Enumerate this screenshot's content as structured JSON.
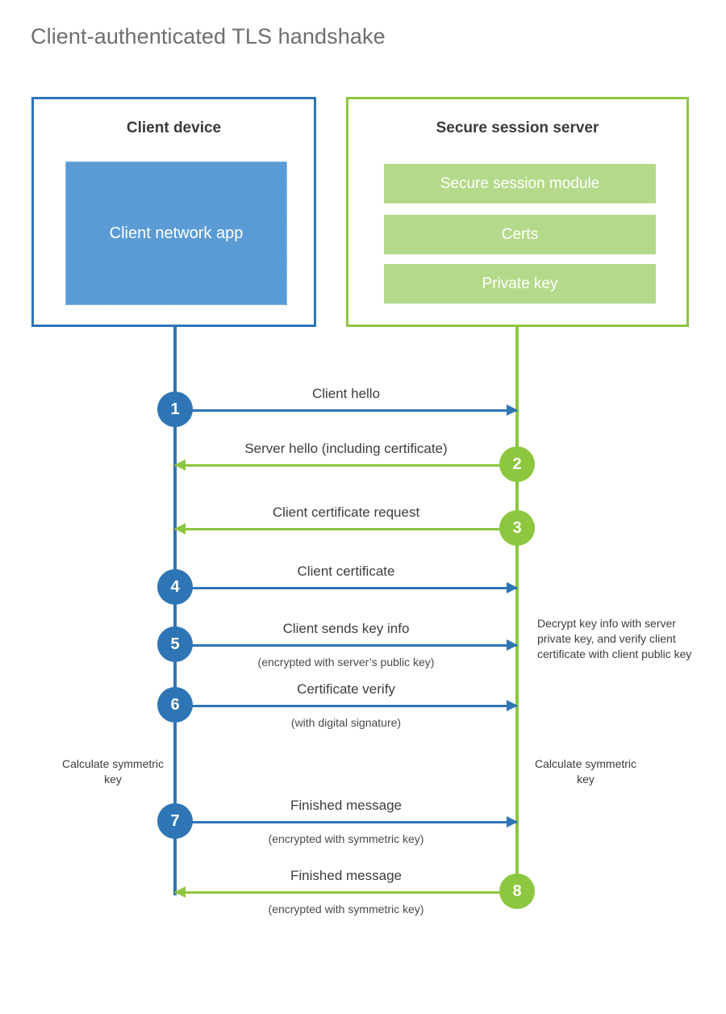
{
  "title": "Client-authenticated TLS handshake",
  "colors": {
    "client_blue": "#2e75b6",
    "client_app_fill": "#5b9bd5",
    "server_green": "#8dc63f",
    "server_module_fill": "#b5d98a",
    "title_gray": "#6e6e6e",
    "text_gray": "#3d3d3d"
  },
  "client": {
    "title": "Client device",
    "app_label": "Client network app"
  },
  "server": {
    "title": "Secure session server",
    "modules": [
      "Secure session module",
      "Certs",
      "Private key"
    ]
  },
  "messages": [
    {
      "step": "1",
      "label": "Client hello",
      "sublabel": "",
      "direction": "to-server"
    },
    {
      "step": "2",
      "label": "Server hello (including certificate)",
      "sublabel": "",
      "direction": "to-client"
    },
    {
      "step": "3",
      "label": "Client certificate request",
      "sublabel": "",
      "direction": "to-client"
    },
    {
      "step": "4",
      "label": "Client certificate",
      "sublabel": "",
      "direction": "to-server"
    },
    {
      "step": "5",
      "label": "Client sends key info",
      "sublabel": "(encrypted with server’s public key)",
      "direction": "to-server"
    },
    {
      "step": "6",
      "label": "Certificate verify",
      "sublabel": "(with digital signature)",
      "direction": "to-server"
    },
    {
      "step": "7",
      "label": "Finished message",
      "sublabel": "(encrypted with symmetric key)",
      "direction": "to-server"
    },
    {
      "step": "8",
      "label": "Finished message",
      "sublabel": "(encrypted with symmetric key)",
      "direction": "to-client"
    }
  ],
  "notes": {
    "decrypt": "Decrypt key info with server private key, and verify client certificate with client public key",
    "client_calculate": "Calculate symmetric key",
    "server_calculate": "Calculate symmetric key"
  }
}
